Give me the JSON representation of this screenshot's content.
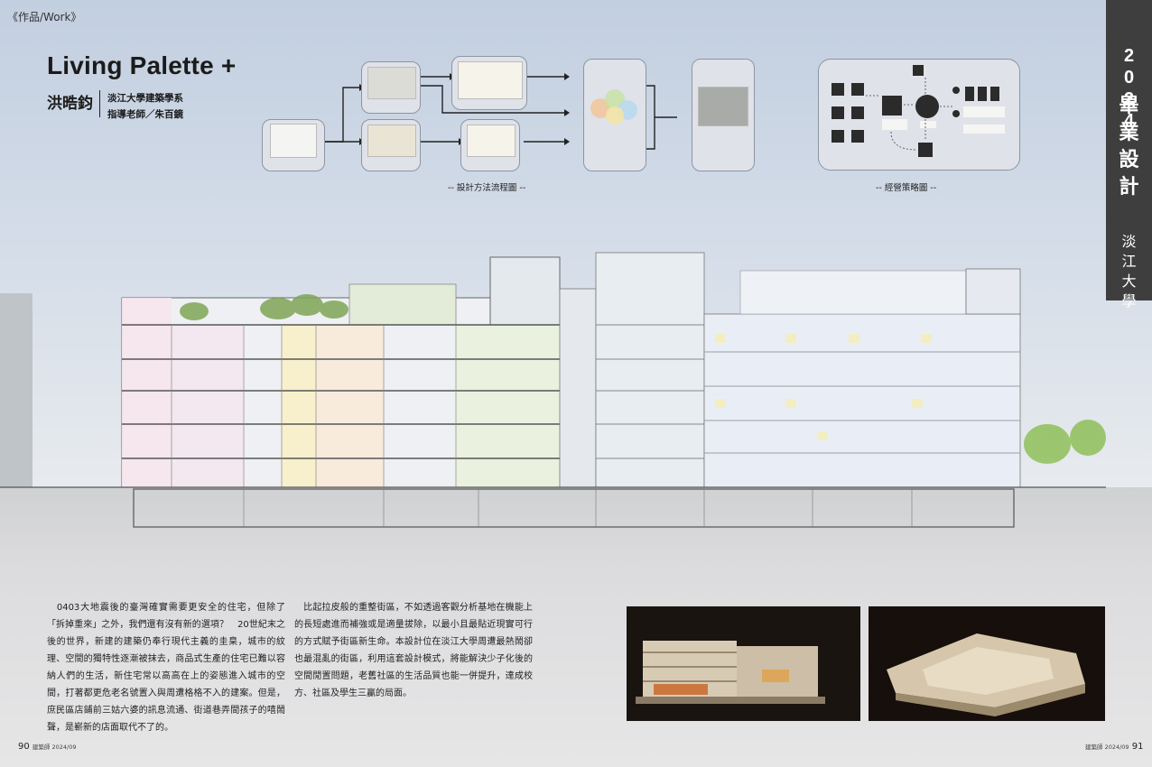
{
  "section_tag": "《作品/Work》",
  "project": {
    "title": "Living Palette +",
    "author": "洪晧鈞",
    "school": "淡江大學建築學系",
    "advisor": "指導老師／朱百鏡"
  },
  "flow_diagram": {
    "caption": "-- 設計方法流程圖 --"
  },
  "strategy_diagram": {
    "caption": "-- 經營策略圖 --"
  },
  "sidebar": {
    "year": "2024",
    "title": "畢業設計",
    "school": "淡江大學"
  },
  "body": {
    "col1": "　0403大地震後的臺灣確實需要更安全的住宅，但除了「拆掉重來」之外，我們還有沒有新的選項？　20世紀末之後的世界，新建的建築仍奉行現代主義的圭臬，城市的紋理、空間的獨特性逐漸被抹去，商品式生產的住宅已難以容納人們的生活，新住宅常以高高在上的姿態進入城市的空間，打著都更危老名號置入與周遭格格不入的建案。但是，庶民區店鋪前三姑六婆的訊息流通、街道巷弄間孩子的嘻鬧聲，是嶄新的店面取代不了的。",
    "col2": "　比起拉皮般的重整街區，不如透過客觀分析基地在機能上的長短處進而補強或是適量拔除，以最小且最貼近現實可行的方式賦予街區新生命。本設計位在淡江大學周遭最熱鬧卻也最混亂的街區，利用這套設計模式，將能解決少子化後的空間閒置問題，老舊社區的生活品質也能一併提升，達成校方、社區及學生三贏的局面。"
  },
  "footer": {
    "left_page": "90",
    "left_mag": "建築師 2024/09",
    "right_mag": "建築師 2024/09",
    "right_page": "91"
  }
}
